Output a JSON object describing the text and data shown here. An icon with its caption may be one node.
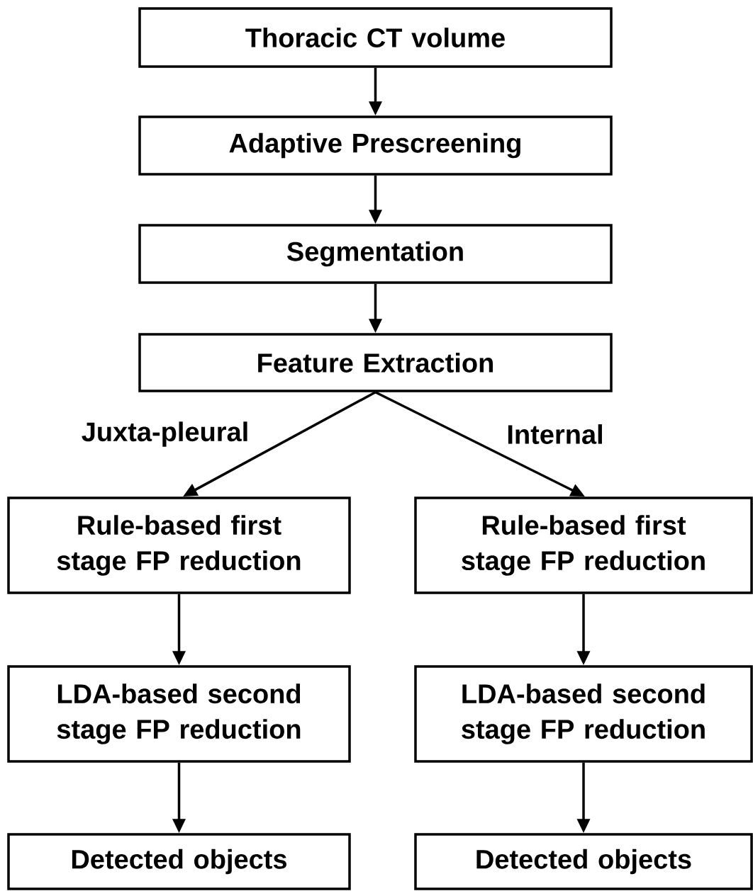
{
  "diagram": {
    "nodes": [
      {
        "text": [
          "Thoracic CT volume"
        ]
      },
      {
        "text": [
          "Adaptive Prescreening"
        ]
      },
      {
        "text": [
          "Segmentation"
        ]
      },
      {
        "text": [
          "Feature Extraction"
        ]
      },
      {
        "text": [
          "Rule-based first stage FP reduction"
        ]
      },
      {
        "text": [
          "Rule-based first stage FP reduction"
        ]
      },
      {
        "text": [
          "LDA-based second stage FP reduction"
        ]
      },
      {
        "text": [
          "LDA-based second stage FP reduction"
        ]
      },
      {
        "text": [
          "Detected objects"
        ]
      },
      {
        "text": [
          "Detected objects"
        ]
      }
    ],
    "edges": [
      {
        "from": 0,
        "to": 1,
        "arrow": "to"
      },
      {
        "from": 1,
        "to": 2,
        "arrow": "to"
      },
      {
        "from": 2,
        "to": 3,
        "arrow": "to"
      },
      {
        "from": 3,
        "to": 4,
        "arrow": "to",
        "label": "Juxta-pleural"
      },
      {
        "from": 3,
        "to": 5,
        "arrow": "to",
        "label": "Internal"
      },
      {
        "from": 4,
        "to": 6,
        "arrow": "to"
      },
      {
        "from": 5,
        "to": 7,
        "arrow": "to"
      },
      {
        "from": 6,
        "to": 8,
        "arrow": "to"
      },
      {
        "from": 7,
        "to": 9,
        "arrow": "to"
      }
    ]
  }
}
